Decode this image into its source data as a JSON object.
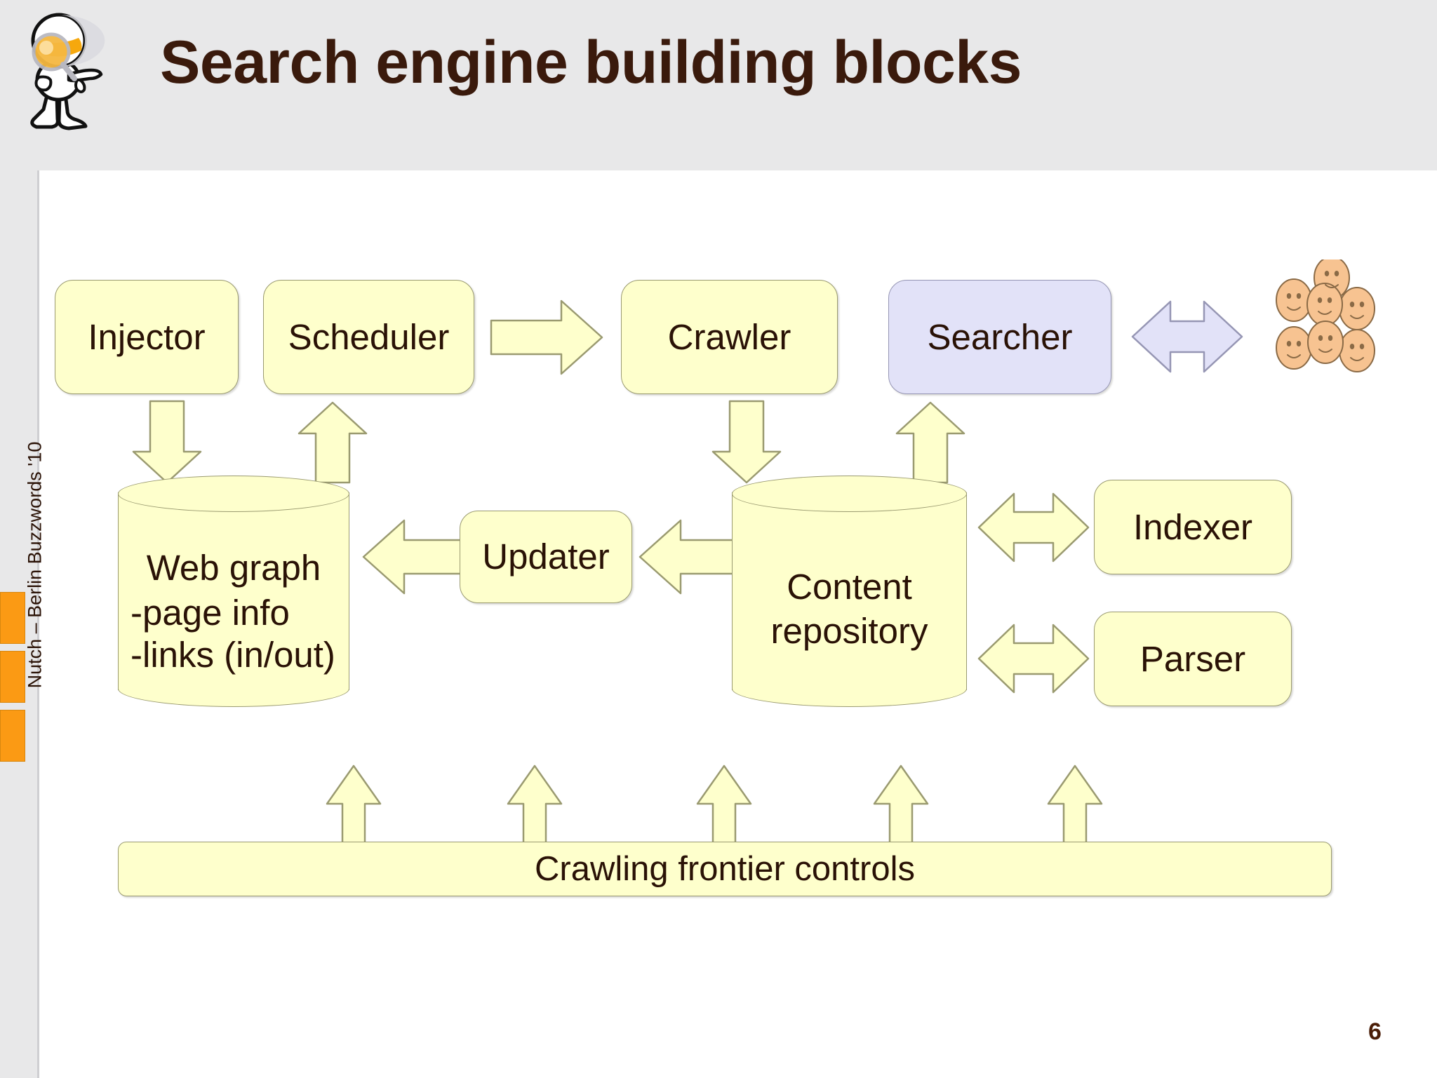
{
  "slide": {
    "title": "Search engine building blocks",
    "page_number": "6",
    "side_label": "Nutch – Berlin Buzzwords '10",
    "logo_icon": "nutch-mascot-magnifier-icon"
  },
  "colors": {
    "title_text": "#3a1a0c",
    "header_band": "#e8e8e9",
    "node_fill": "#feffcc",
    "node_border": "#9a9a70",
    "searcher_fill": "#e2e2f8",
    "searcher_border": "#9696b4",
    "arrow_fill": "#feffcc",
    "arrow_border": "#9a9a70",
    "searcher_arrow_fill": "#e2e2f8",
    "orange_chip": "#fb9a14",
    "face_fill": "#f7c391",
    "face_stroke": "#8a6a46"
  },
  "diagram": {
    "nodes": {
      "injector": {
        "label": "Injector"
      },
      "scheduler": {
        "label": "Scheduler"
      },
      "crawler": {
        "label": "Crawler"
      },
      "searcher": {
        "label": "Searcher"
      },
      "updater": {
        "label": "Updater"
      },
      "indexer": {
        "label": "Indexer"
      },
      "parser": {
        "label": "Parser"
      },
      "frontier_bar": {
        "label": "Crawling frontier controls"
      }
    },
    "stores": {
      "webgraph": {
        "line1": "Web graph",
        "line2": "-page info",
        "line3": "-links (in/out)"
      },
      "content_repo": {
        "line1": "Content",
        "line2": "repository"
      }
    },
    "users": {
      "icon": "users-smiley-cluster-icon",
      "count": 7
    },
    "arrows": [
      {
        "name": "scheduler-to-crawler",
        "direction": "right"
      },
      {
        "name": "searcher-to-users",
        "direction": "both"
      },
      {
        "name": "injector-to-webgraph",
        "direction": "down"
      },
      {
        "name": "webgraph-to-scheduler",
        "direction": "up"
      },
      {
        "name": "crawler-to-content-repo",
        "direction": "down"
      },
      {
        "name": "content-repo-to-searcher",
        "direction": "up"
      },
      {
        "name": "updater-to-webgraph",
        "direction": "left"
      },
      {
        "name": "content-repo-to-updater",
        "direction": "left"
      },
      {
        "name": "content-repo-to-indexer",
        "direction": "both"
      },
      {
        "name": "content-repo-to-parser",
        "direction": "both"
      },
      {
        "name": "frontier-up-1",
        "direction": "up"
      },
      {
        "name": "frontier-up-2",
        "direction": "up"
      },
      {
        "name": "frontier-up-3",
        "direction": "up"
      },
      {
        "name": "frontier-up-4",
        "direction": "up"
      },
      {
        "name": "frontier-up-5",
        "direction": "up"
      }
    ]
  }
}
